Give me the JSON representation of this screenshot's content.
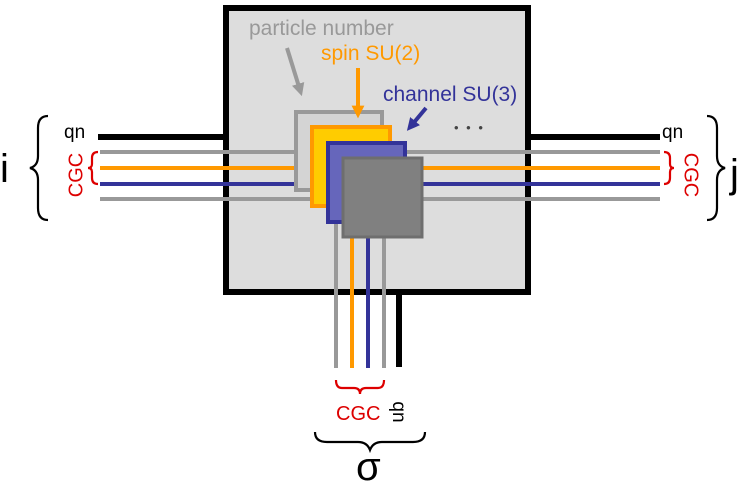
{
  "labels": {
    "particle_number": "particle number",
    "spin": "spin SU(2)",
    "channel": "channel SU(3)",
    "dots": "• • •",
    "left_index": "i",
    "right_index": "j",
    "bottom_index": "σ",
    "qn_left": "qn",
    "qn_right": "qn",
    "qn_bottom": "qn",
    "cgc_left": "CGC",
    "cgc_right": "CGC",
    "cgc_bottom": "CGC"
  },
  "colors": {
    "particle_number": "#999999",
    "spin": "#ff9900",
    "channel": "#333399",
    "cgc": "#dd0000",
    "tensor_fill": "#dddddd",
    "spin_block_fill": "#ffcc00",
    "front_block_fill": "#808080"
  }
}
